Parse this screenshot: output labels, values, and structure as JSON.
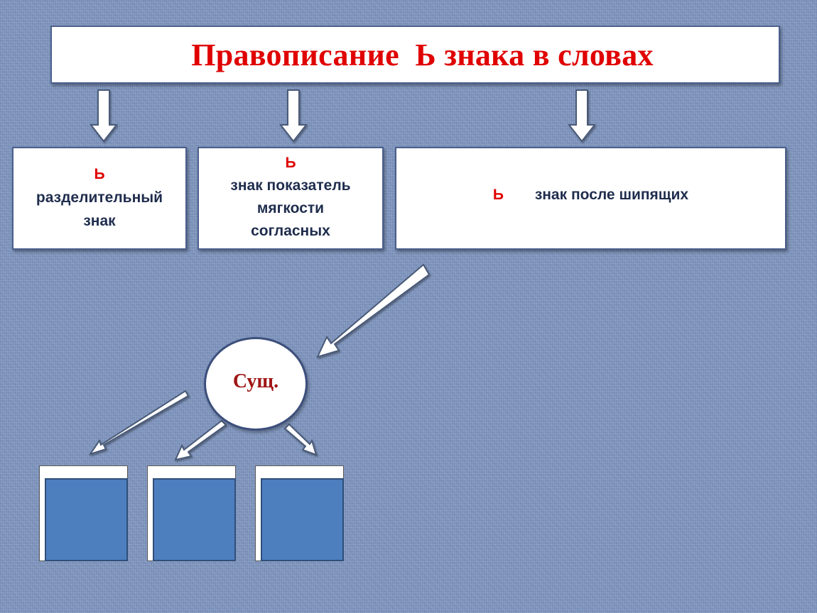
{
  "title": "Правописание  Ь знака в словах",
  "categories": [
    {
      "char": "Ь",
      "label": [
        "разделительный",
        "знак"
      ]
    },
    {
      "char": "Ь",
      "label": [
        "знак показатель",
        "мягкости",
        "согласных"
      ]
    },
    {
      "char": "Ь",
      "label": [
        "знак после шипящих"
      ]
    }
  ],
  "noun": "Сущ.",
  "colors": {
    "title": "#e00000",
    "soft_sign": "#e00000",
    "noun": "#a01515",
    "sub_fill": "#4d7fbf",
    "background": "#7f95bd"
  }
}
